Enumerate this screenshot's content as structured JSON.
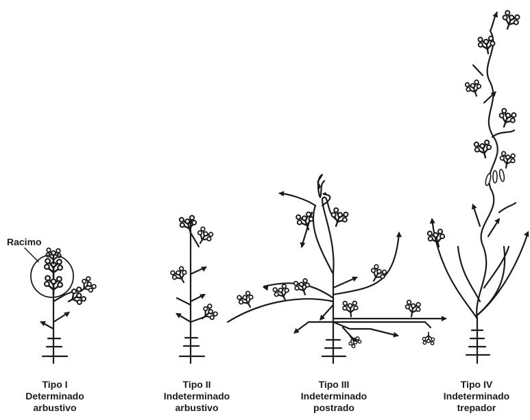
{
  "annotation": {
    "label": "Racimo"
  },
  "types": [
    {
      "title": "Tipo I",
      "line2": "Determinado",
      "line3": "arbustivo"
    },
    {
      "title": "Tipo II",
      "line2": "Indeterminado",
      "line3": "arbustivo"
    },
    {
      "title": "Tipo III",
      "line2": "Indeterminado",
      "line3": "postrado"
    },
    {
      "title": "Tipo IV",
      "line2": "Indeterminado",
      "line3": "trepador"
    }
  ]
}
